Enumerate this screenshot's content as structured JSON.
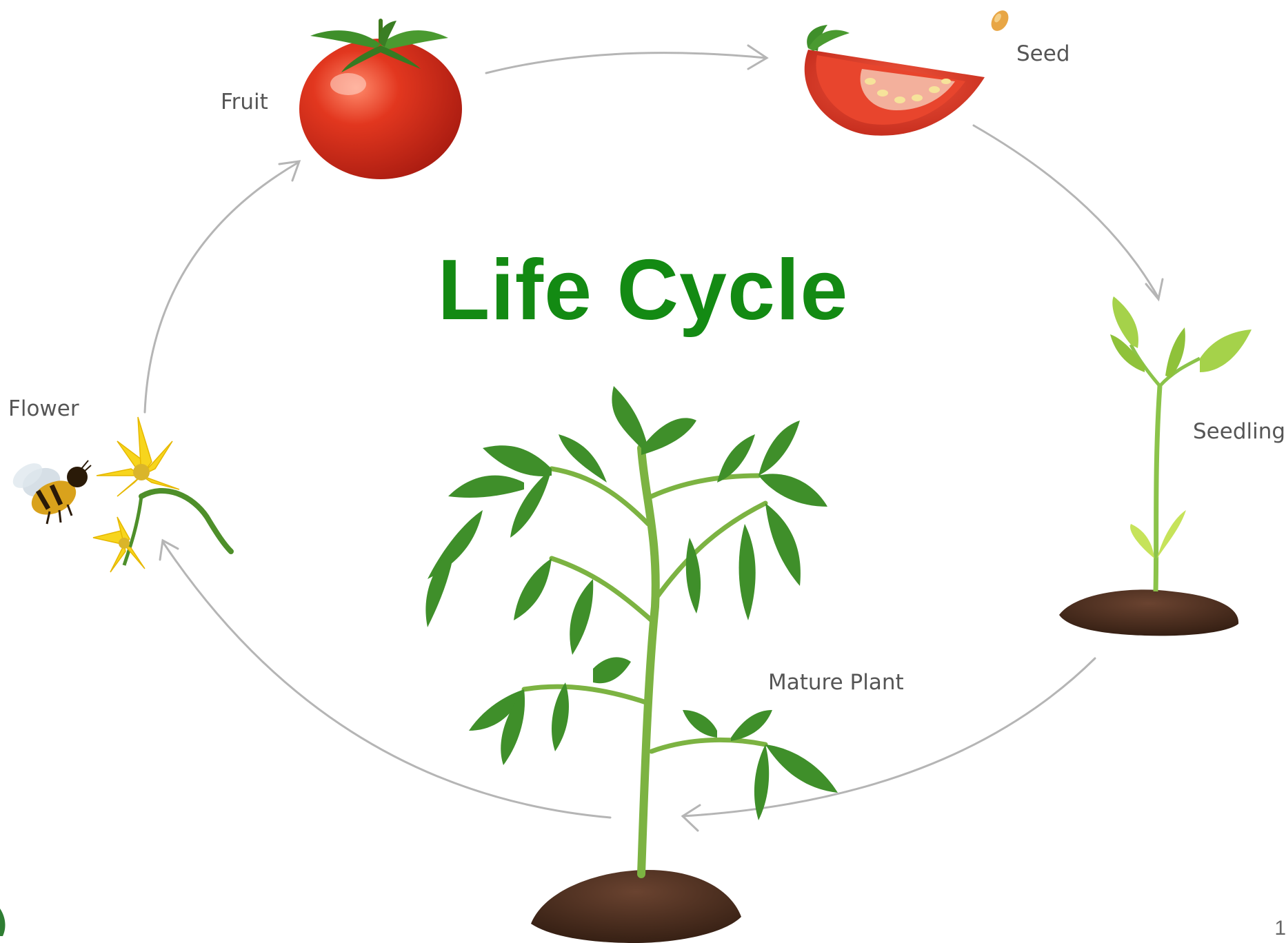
{
  "diagram": {
    "title": "Life Cycle",
    "stages": [
      {
        "id": "fruit",
        "label": "Fruit"
      },
      {
        "id": "seed",
        "label": "Seed"
      },
      {
        "id": "seedling",
        "label": "Seedling"
      },
      {
        "id": "mature_plant",
        "label": "Mature Plant"
      },
      {
        "id": "flower",
        "label": "Flower"
      }
    ],
    "cycle_order": [
      "Fruit",
      "Seed",
      "Seedling",
      "Mature Plant",
      "Flower"
    ]
  },
  "slide": {
    "page_number": "1"
  },
  "colors": {
    "title": "#138a13",
    "arrow": "#b5b5b5",
    "leaf": "#3f8f2a",
    "stem": "#7cb342",
    "tomato": "#d32f1f",
    "soil": "#4a2c1c",
    "flower": "#f7d51d"
  },
  "icons": [
    "tomato-fruit-icon",
    "tomato-slice-icon",
    "seed-icon",
    "seedling-icon",
    "mature-plant-icon",
    "flower-icon",
    "bee-icon",
    "arrow-icon"
  ]
}
